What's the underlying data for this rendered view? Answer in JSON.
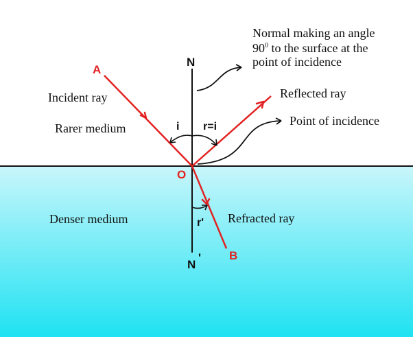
{
  "colors": {
    "background_top": "#ffffff",
    "medium_gradient_top": "#c8f6fb",
    "medium_gradient_bottom": "#1fe2f2",
    "ray": "#e22222",
    "line": "#111111"
  },
  "labels": {
    "point_a": "A",
    "point_b": "B",
    "point_n": "N",
    "point_n_prime": "N",
    "n_prime_mark": "'",
    "point_o": "O",
    "angle_i": "i",
    "angle_r_equals_i": "r=i",
    "angle_r_prime": "r'",
    "incident_ray": "Incident ray",
    "rarer_medium": "Rarer medium",
    "denser_medium": "Denser medium",
    "reflected_ray": "Reflected ray",
    "refracted_ray": "Refracted ray",
    "point_of_incidence": "Point of incidence",
    "normal_note_line1": "Normal making an angle",
    "normal_note_line2_number": "90",
    "normal_note_line2_sup": "0",
    "normal_note_line2_rest": " to the surface at the",
    "normal_note_line3": "point of  incidence"
  },
  "icons": {
    "ray_arrowheads": "arrowhead-icon",
    "callout_arrows": "curved-arrow-icon"
  }
}
